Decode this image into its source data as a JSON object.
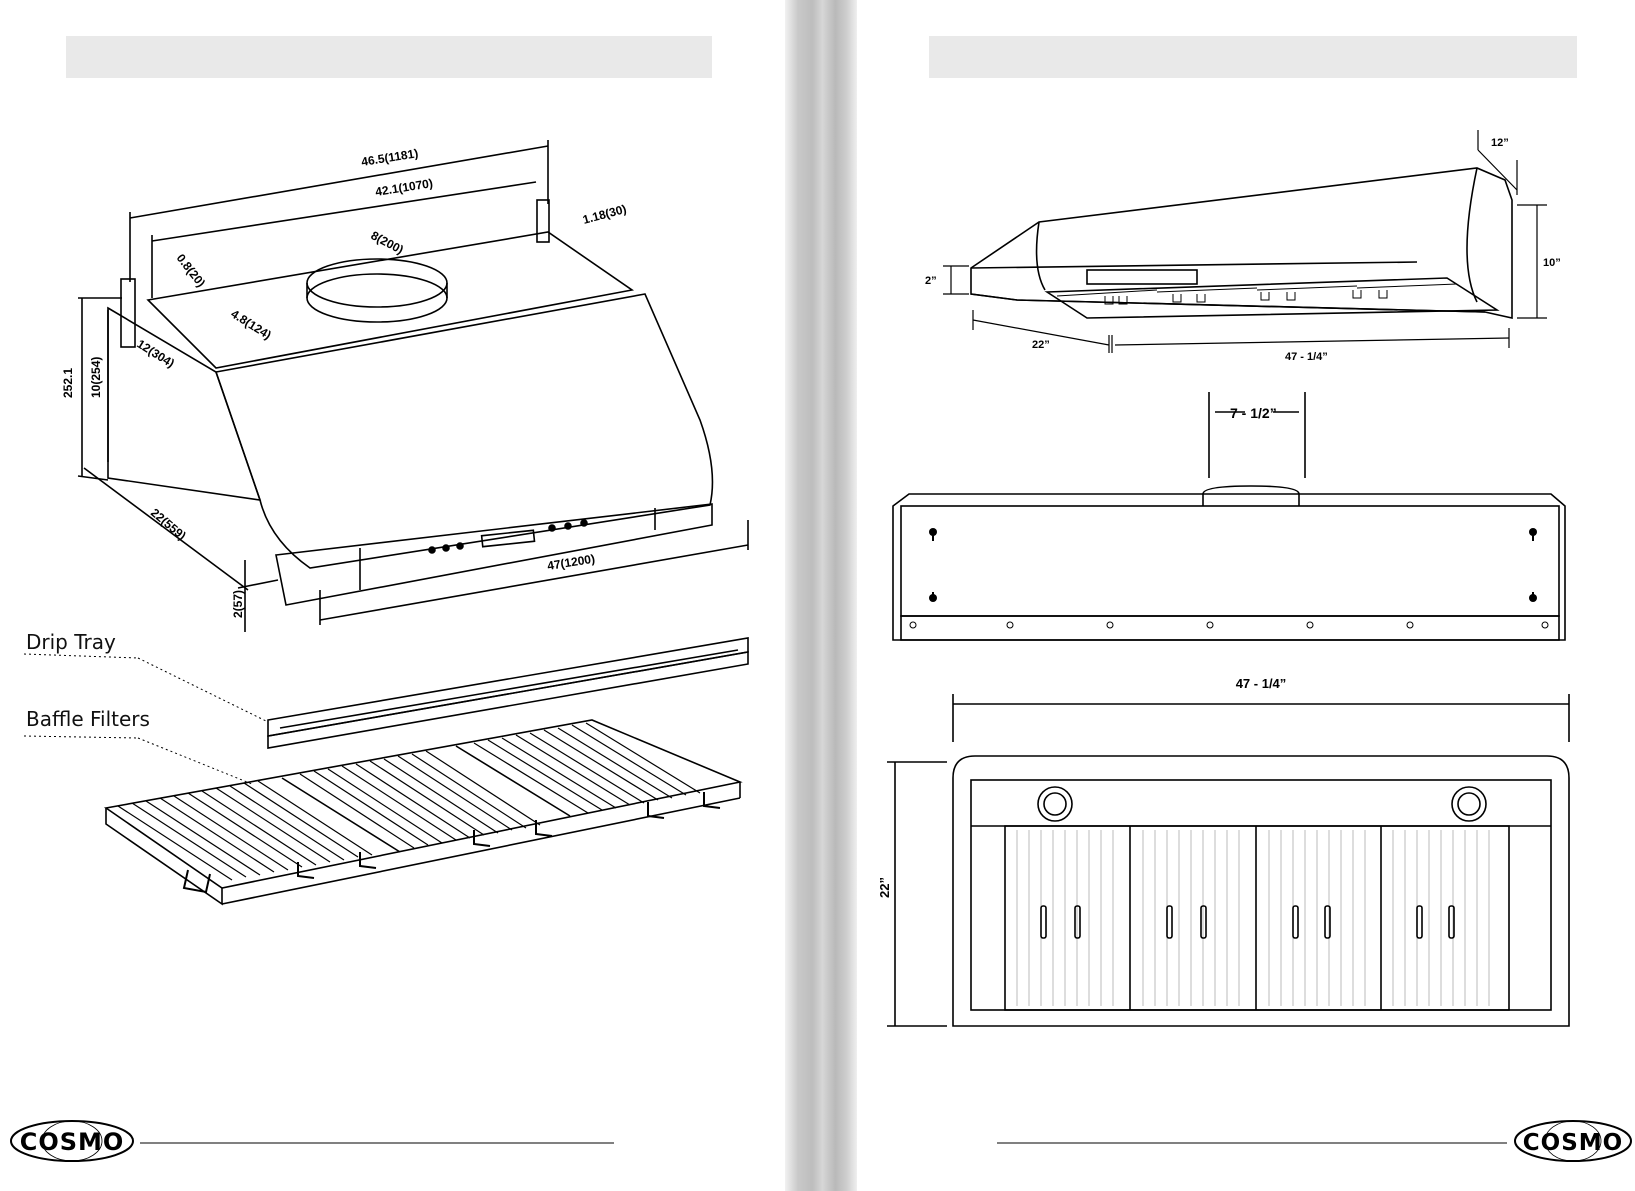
{
  "left_page": {
    "dimensions": {
      "overall_width": "46.5(1181)",
      "bracket_width": "42.1(1070)",
      "duct_diameter": "8(200)",
      "bracket_offset_right": "1.18(30)",
      "bracket_offset_left": "0.8(20)",
      "depth_to_bracket": "4.8(124)",
      "bracket_depth": "12(304)",
      "total_height": "252.1",
      "body_height": "10(254)",
      "depth": "22(559)",
      "width": "47(1200)",
      "lip_height": "2(57)"
    },
    "parts": {
      "drip_tray": "Drip Tray",
      "baffle_filters": "Baffle Filters"
    },
    "logo": "COSMO"
  },
  "right_page": {
    "dimensions": {
      "depth_top": "12”",
      "height": "10”",
      "lip": "2”",
      "depth": "22”",
      "width_top": "47 - 1/4”",
      "duct": "7 - 1/2”",
      "width_bottom": "47 - 1/4”",
      "depth_bottom": "22”"
    },
    "logo": "COSMO"
  },
  "colors": {
    "header_bar": "#e9e9e9",
    "line": "#000000",
    "spine": "#c4c4c4"
  }
}
